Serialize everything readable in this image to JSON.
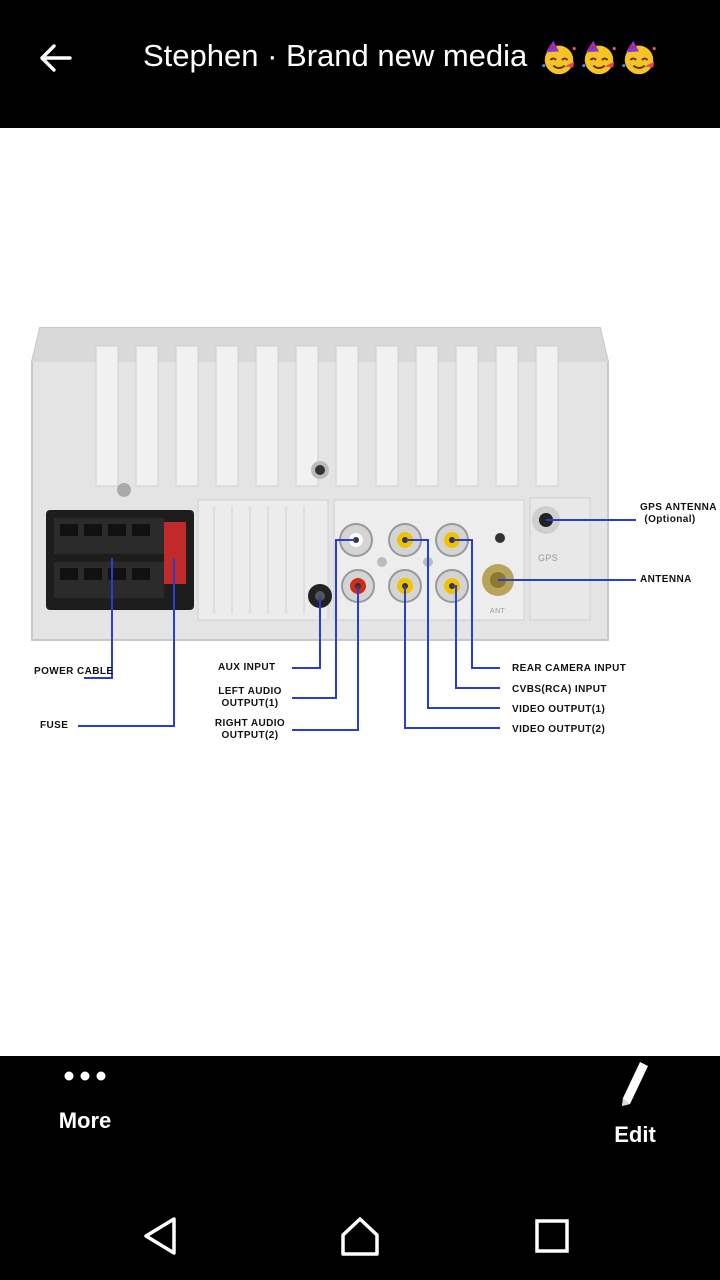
{
  "header": {
    "title": "Stephen · Brand new media",
    "emoji_count": 3,
    "emoji_icon": "partying-face-emoji"
  },
  "image": {
    "labels": {
      "gps_antenna": "GPS ANTENNA",
      "gps_antenna_note": "(Optional)",
      "antenna": "ANTENNA",
      "power_cable": "POWER CABLE",
      "fuse": "FUSE",
      "aux_input": "AUX INPUT",
      "left_audio_output": "LEFT AUDIO OUTPUT(1)",
      "right_audio_output": "RIGHT AUDIO OUTPUT(2)",
      "rear_camera_input": "REAR CAMERA INPUT",
      "cvbs_input": "CVBS(RCA) INPUT",
      "video_output_1": "VIDEO OUTPUT(1)",
      "video_output_2": "VIDEO OUTPUT(2)",
      "gps_port": "GPS",
      "ant_port": "ANT"
    }
  },
  "actions": {
    "more_label": "More",
    "edit_label": "Edit"
  },
  "nav": {
    "back": "back-triangle-icon",
    "home": "home-icon",
    "recents": "recents-square-icon"
  },
  "colors": {
    "bar_background": "#000000",
    "leader_line": "#2a3fc9",
    "rca_yellow": "#f2c200",
    "rca_red": "#d02a1a"
  }
}
